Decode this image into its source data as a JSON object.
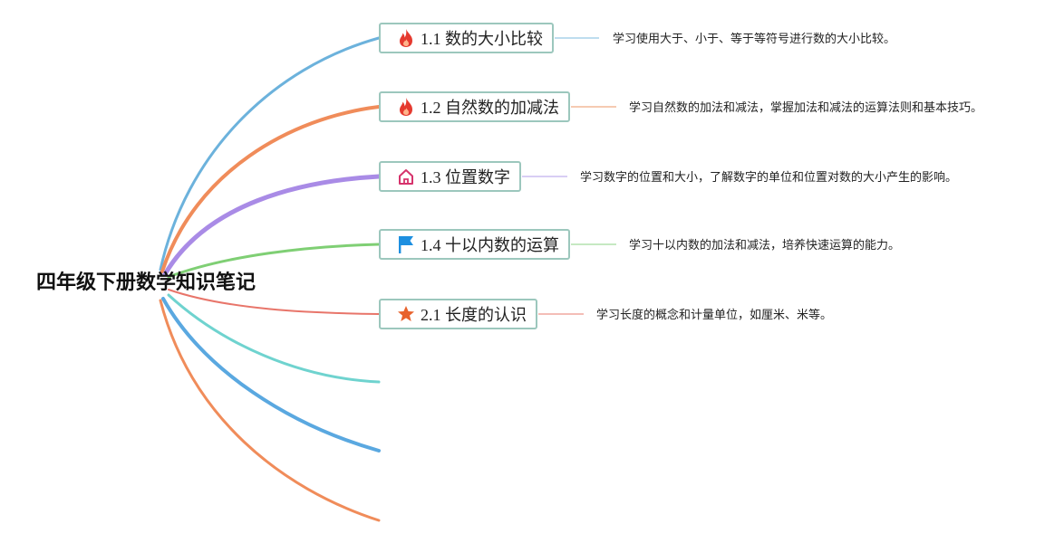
{
  "root": {
    "title": "四年级下册数学知识笔记"
  },
  "topics": [
    {
      "label": "1.1 数的大小比较",
      "icon": "fire-icon",
      "branch_color": "#6cb2dc",
      "connector_color": "#a9d2ea",
      "description": "学习使用大于、小于、等于等符号进行数的大小比较。"
    },
    {
      "label": "1.2 自然数的加减法",
      "icon": "fire-icon",
      "branch_color": "#f08c5a",
      "connector_color": "#f4b898",
      "description": "学习自然数的加法和减法，掌握加法和减法的运算法则和基本技巧。"
    },
    {
      "label": "1.3 位置数字",
      "icon": "home-icon",
      "branch_color": "#a98be6",
      "connector_color": "#cbbdf0",
      "description": "学习数字的位置和大小，了解数字的单位和位置对数的大小产生的影响。"
    },
    {
      "label": "1.4 十以内数的运算",
      "icon": "flag-icon",
      "branch_color": "#7fcf74",
      "connector_color": "#b4e2ae",
      "description": "学习十以内数的加法和减法，培养快速运算的能力。"
    },
    {
      "label": "2.1 长度的认识",
      "icon": "star-icon",
      "branch_color": "#e8756a",
      "connector_color": "#f0a79f",
      "description": "学习长度的概念和计量单位，如厘米、米等。"
    }
  ],
  "extra_branch_colors": [
    "#6fd3cf",
    "#5aa8e0",
    "#f08c5a"
  ],
  "colors": {
    "node_border": "#9cc7bd",
    "fire": "#e53a2f",
    "home": "#d6336c",
    "flag": "#1d8fe0",
    "star": "#e8622c"
  }
}
